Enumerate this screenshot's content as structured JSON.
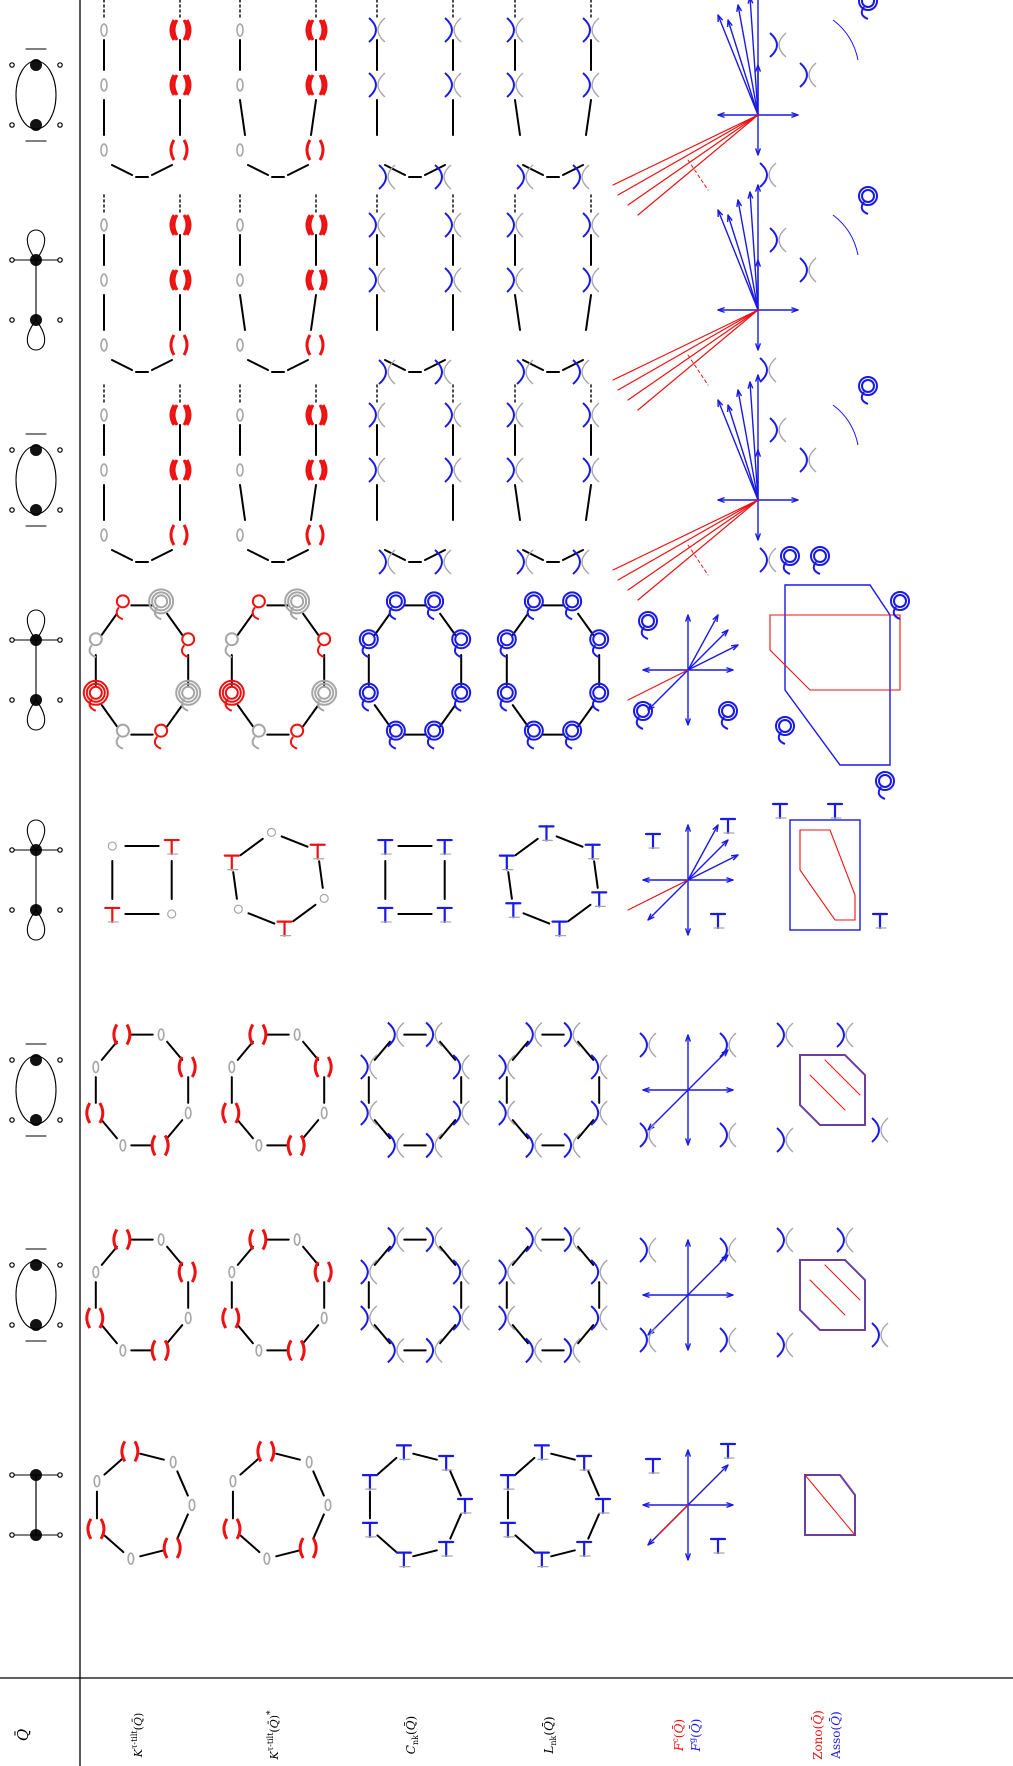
{
  "colors": {
    "red": "#ee1111",
    "orange": "#f39a12",
    "blue": "#1a1ae6",
    "purple": "#6b3fa0",
    "gray": "#a6a6a6",
    "black": "#000000"
  },
  "row_labels": [
    {
      "id": "quiver",
      "text": "Q̄"
    },
    {
      "id": "tilt",
      "text": "K^{τ-tilt}(Q̄)"
    },
    {
      "id": "tilt-dual",
      "text": "K^{τ-tilt}(Q̄)*"
    },
    {
      "id": "cnk",
      "text": "C_nk(Q̄)"
    },
    {
      "id": "lnk",
      "text": "L_nk(Q̄)"
    },
    {
      "id": "fans",
      "fan_c": "F^c(Q̄)",
      "fan_g": "F^g(Q̄)"
    },
    {
      "id": "polytopes",
      "zono": "Zono(Q̄)",
      "asso": "Asso(Q̄)"
    }
  ],
  "columns": [
    {
      "id": "col-1",
      "kind": "hexagon-rotated",
      "tilt": "rotated",
      "fan": "fan-small",
      "poly": "asso-small"
    },
    {
      "id": "col-2",
      "kind": "octagon",
      "tilt": "rotated",
      "fan": "fan-cross",
      "poly": "octa-poly"
    },
    {
      "id": "col-3",
      "kind": "octagon",
      "tilt": "rotated",
      "fan": "fan-cross",
      "poly": "octa-poly"
    },
    {
      "id": "col-4",
      "kind": "square-ish",
      "tilt": "rotated",
      "fan": "fan-left",
      "poly": "rect-poly"
    },
    {
      "id": "col-5",
      "kind": "loops",
      "tilt": "rotated",
      "fan": "fan-spray",
      "poly": "big-poly"
    },
    {
      "id": "col-6",
      "kind": "open-infinite",
      "tilt": "rotated",
      "fan": "fan-infinite",
      "poly": "none"
    },
    {
      "id": "col-7",
      "kind": "open-infinite",
      "tilt": "rotated",
      "fan": "fan-infinite",
      "poly": "none"
    },
    {
      "id": "col-8",
      "kind": "open-infinite",
      "tilt": "rotated",
      "fan": "fan-infinite",
      "poly": "none"
    }
  ]
}
